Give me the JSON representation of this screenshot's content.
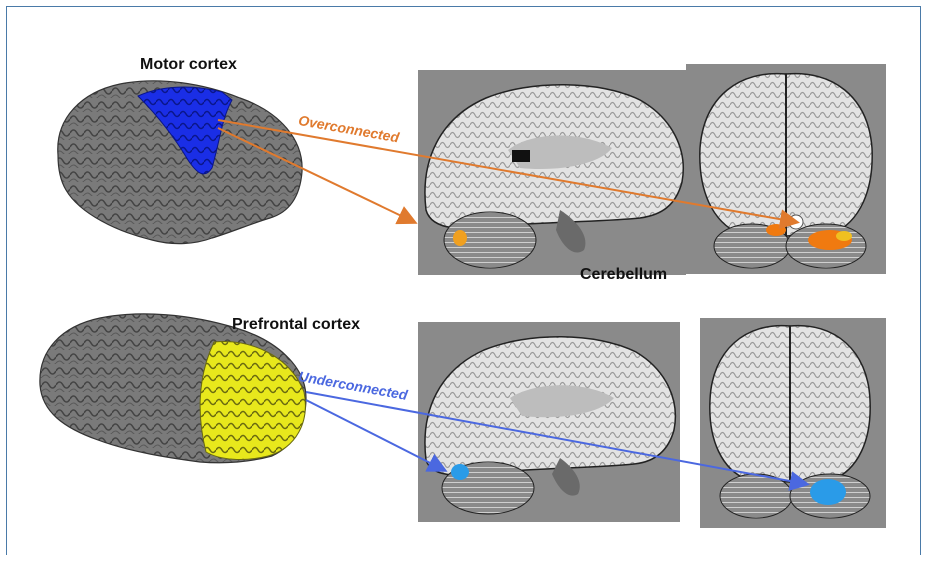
{
  "labels": {
    "motor_cortex": "Motor cortex",
    "overconnected": "Overconnected",
    "cerebellum": "Cerebellum",
    "prefrontal_cortex": "Prefrontal cortex",
    "underconnected": "Underconnected"
  },
  "colors": {
    "frame": "#4a7aa8",
    "motor_region": "#1a2ee6",
    "prefrontal_region": "#e8e81c",
    "over_arrow": "#e07a2e",
    "under_arrow": "#4b68e0",
    "activation_hot": "#f07a10",
    "activation_cold": "#2a9be8",
    "cortex": "#7d7d7d",
    "mri_white": "#e6e6e6",
    "mri_gray": "#8a8a8a"
  }
}
